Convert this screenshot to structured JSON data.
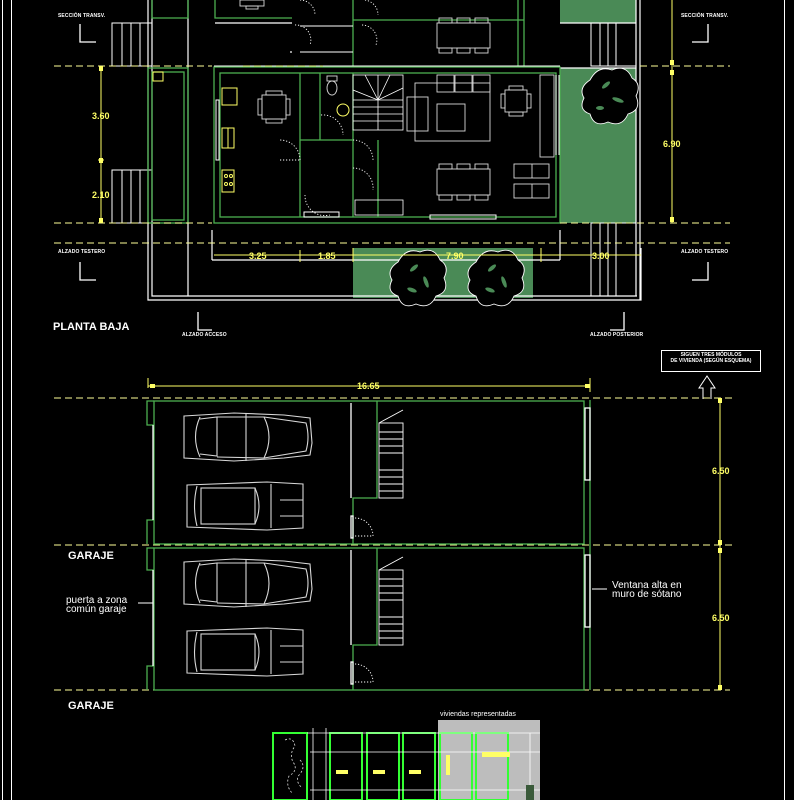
{
  "drawing": {
    "background": "#000000",
    "colors": {
      "wall_green": "#4caf50",
      "wall_bright_green": "#33ff33",
      "white_line": "#ffffff",
      "dimension_yellow": "#ffff66",
      "garden_green": "#4a8a56",
      "furniture_gray": "#d8d8d8",
      "mini_plan_gray": "#bdbdbd"
    }
  },
  "ground_floor": {
    "title": "PLANTA BAJA",
    "section_labels": {
      "left_top": "SECCIÓN TRANSV.",
      "right_top": "SECCIÓN TRANSV.",
      "left_bottom": "ALZADO TESTERO",
      "right_bottom": "ALZADO TESTERO",
      "access": "ALZADO ACCESO",
      "rear": "ALZADO POSTERIOR"
    },
    "dimensions": {
      "vertical_left_upper": "3.60",
      "vertical_left_lower": "2.10",
      "vertical_right": "6.90",
      "horizontal": [
        "3.25",
        "1.85",
        "7.90",
        "3.00"
      ]
    },
    "note_box": {
      "line1": "SIGUEN TRES MÓDULOS",
      "line2": "DE VIVIENDA (SEGÚN ESQUEMA)"
    }
  },
  "garage": {
    "overall_dimension": "16.65",
    "labels": [
      "GARAJE",
      "GARAJE"
    ],
    "bay_dimensions": [
      "6.50",
      "6.50"
    ],
    "door_note_line1": "puerta a zona",
    "door_note_line2": "común garaje",
    "window_note_line1": "Ventana alta en",
    "window_note_line2": "muro de sótano"
  },
  "mini_plan": {
    "heading": "viviendas representadas"
  }
}
